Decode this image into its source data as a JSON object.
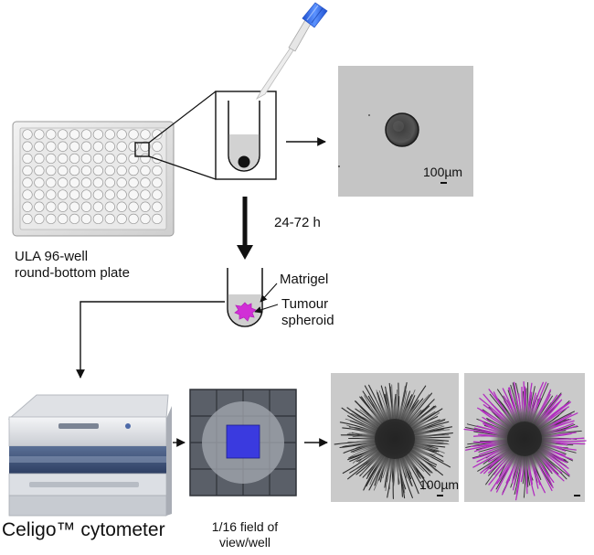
{
  "labels": {
    "plate_line1": "ULA 96-well",
    "plate_line2": "round-bottom plate",
    "incubation_time": "24-72 h",
    "matrigel": "Matrigel",
    "tumour_line1": "Tumour",
    "tumour_line2": "spheroid",
    "cytometer": "Celigo™ cytometer",
    "field_line1": "1/16 field of",
    "field_line2": "view/well",
    "scale_bar_top": "100µm",
    "scale_bar_bottom": "100µm"
  },
  "icons": {
    "plate": "well-plate-icon",
    "pipette": "pipette-icon",
    "well": "round-bottom-well-icon",
    "cytometer": "cytometer-device-icon",
    "field_grid": "imaging-field-grid-icon"
  },
  "colors": {
    "pipette_tip": "#2f6fe0",
    "spheroid_magenta": "#d12fd6",
    "outline_magenta": "#b22ec0",
    "field_square": "#3a3adf",
    "micrograph_bg": "#c9c9c9",
    "arrow": "#111111"
  }
}
